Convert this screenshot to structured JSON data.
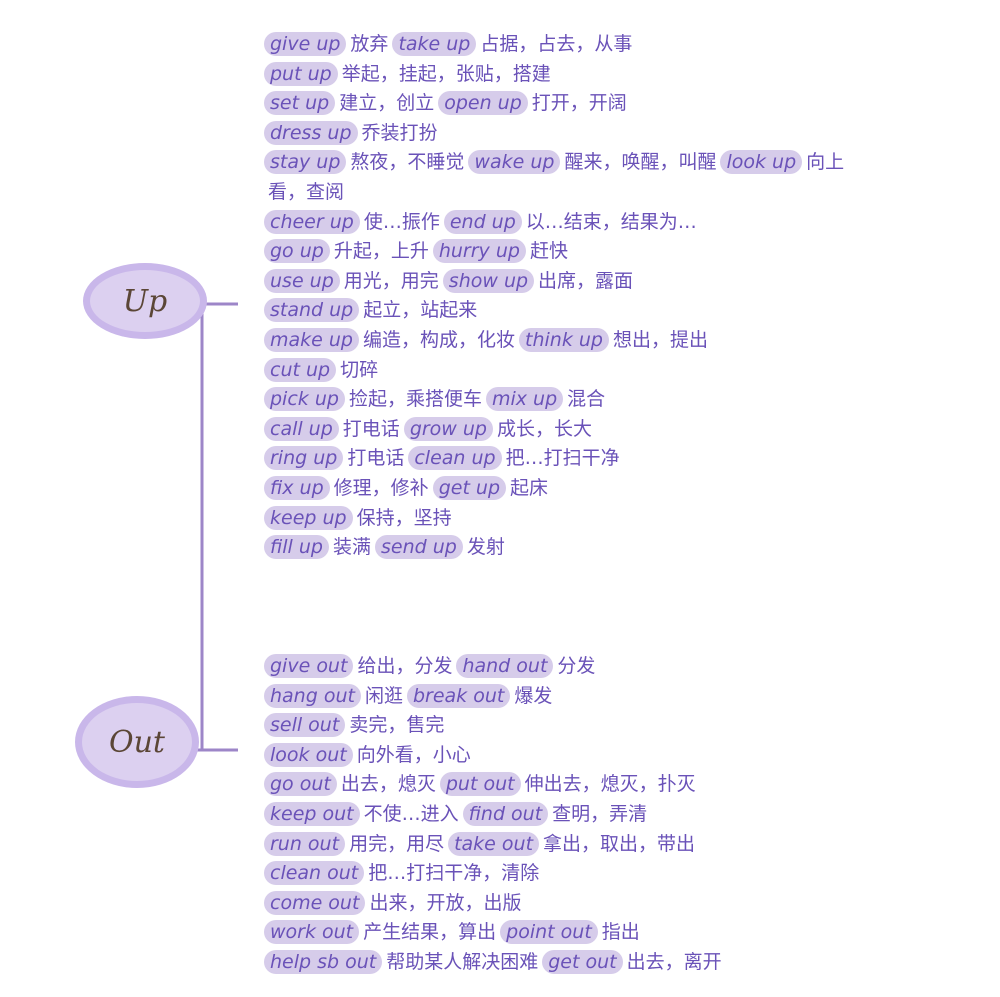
{
  "nodes": {
    "up": "Up",
    "out": "Out"
  },
  "up_lines": [
    [
      {
        "t": "p",
        "v": "give up"
      },
      {
        "t": "m",
        "v": "放弃"
      },
      {
        "t": "p",
        "v": "take up"
      },
      {
        "t": "m",
        "v": "占据，占去，从事"
      }
    ],
    [
      {
        "t": "p",
        "v": "put up"
      },
      {
        "t": "m",
        "v": "举起，挂起，张贴，搭建"
      }
    ],
    [
      {
        "t": "p",
        "v": "set up"
      },
      {
        "t": "m",
        "v": "建立，创立"
      },
      {
        "t": "p",
        "v": "open up"
      },
      {
        "t": "m",
        "v": "打开，开阔"
      }
    ],
    [
      {
        "t": "p",
        "v": "dress up"
      },
      {
        "t": "m",
        "v": "乔装打扮"
      }
    ],
    [
      {
        "t": "p",
        "v": "stay up"
      },
      {
        "t": "m",
        "v": "熬夜，不睡觉"
      },
      {
        "t": "p",
        "v": "wake up"
      },
      {
        "t": "m",
        "v": "醒来，唤醒，叫醒"
      },
      {
        "t": "p",
        "v": "look up"
      },
      {
        "t": "m",
        "v": "向上"
      }
    ],
    [
      {
        "t": "m",
        "v": "看，查阅"
      }
    ],
    [
      {
        "t": "p",
        "v": "cheer up"
      },
      {
        "t": "m",
        "v": "使…振作"
      },
      {
        "t": "p",
        "v": "end up"
      },
      {
        "t": "m",
        "v": "以…结束，结果为…"
      }
    ],
    [
      {
        "t": "p",
        "v": "go up"
      },
      {
        "t": "m",
        "v": "升起，上升"
      },
      {
        "t": "p",
        "v": "hurry up"
      },
      {
        "t": "m",
        "v": "赶快"
      }
    ],
    [
      {
        "t": "p",
        "v": "use up"
      },
      {
        "t": "m",
        "v": "用光，用完"
      },
      {
        "t": "p",
        "v": "show up"
      },
      {
        "t": "m",
        "v": "出席，露面"
      }
    ],
    [
      {
        "t": "p",
        "v": "stand up"
      },
      {
        "t": "m",
        "v": "起立，站起来"
      }
    ],
    [
      {
        "t": "p",
        "v": "make up"
      },
      {
        "t": "m",
        "v": "编造，构成，化妆"
      },
      {
        "t": "p",
        "v": "think up"
      },
      {
        "t": "m",
        "v": "想出，提出"
      }
    ],
    [
      {
        "t": "p",
        "v": "cut up"
      },
      {
        "t": "m",
        "v": "切碎"
      }
    ],
    [
      {
        "t": "p",
        "v": "pick up"
      },
      {
        "t": "m",
        "v": "捡起，乘搭便车"
      },
      {
        "t": "p",
        "v": "mix up"
      },
      {
        "t": "m",
        "v": "混合"
      }
    ],
    [
      {
        "t": "p",
        "v": "call up"
      },
      {
        "t": "m",
        "v": "打电话"
      },
      {
        "t": "p",
        "v": "grow up"
      },
      {
        "t": "m",
        "v": "成长，长大"
      }
    ],
    [
      {
        "t": "p",
        "v": "ring up"
      },
      {
        "t": "m",
        "v": "打电话"
      },
      {
        "t": "p",
        "v": "clean up"
      },
      {
        "t": "m",
        "v": "把…打扫干净"
      }
    ],
    [
      {
        "t": "p",
        "v": "fix up"
      },
      {
        "t": "m",
        "v": "修理，修补"
      },
      {
        "t": "p",
        "v": "get up"
      },
      {
        "t": "m",
        "v": "起床"
      }
    ],
    [
      {
        "t": "p",
        "v": "keep up"
      },
      {
        "t": "m",
        "v": "保持，坚持"
      }
    ],
    [
      {
        "t": "p",
        "v": "fill up"
      },
      {
        "t": "m",
        "v": "装满"
      },
      {
        "t": "p",
        "v": "send up"
      },
      {
        "t": "m",
        "v": "发射"
      }
    ]
  ],
  "out_lines": [
    [
      {
        "t": "p",
        "v": "give out"
      },
      {
        "t": "m",
        "v": "给出，分发"
      },
      {
        "t": "p",
        "v": "hand out"
      },
      {
        "t": "m",
        "v": "分发"
      }
    ],
    [
      {
        "t": "p",
        "v": "hang out"
      },
      {
        "t": "m",
        "v": "闲逛"
      },
      {
        "t": "p",
        "v": "break out"
      },
      {
        "t": "m",
        "v": "爆发"
      }
    ],
    [
      {
        "t": "p",
        "v": "sell out"
      },
      {
        "t": "m",
        "v": "卖完，售完"
      }
    ],
    [
      {
        "t": "p",
        "v": "look out"
      },
      {
        "t": "m",
        "v": "向外看，小心"
      }
    ],
    [
      {
        "t": "p",
        "v": "go out"
      },
      {
        "t": "m",
        "v": "出去，熄灭"
      },
      {
        "t": "p",
        "v": "put out"
      },
      {
        "t": "m",
        "v": "伸出去，熄灭，扑灭"
      }
    ],
    [
      {
        "t": "p",
        "v": "keep out"
      },
      {
        "t": "m",
        "v": "不使…进入"
      },
      {
        "t": "p",
        "v": "find out"
      },
      {
        "t": "m",
        "v": "查明，弄清"
      }
    ],
    [
      {
        "t": "p",
        "v": "run out"
      },
      {
        "t": "m",
        "v": "用完，用尽"
      },
      {
        "t": "p",
        "v": "take out"
      },
      {
        "t": "m",
        "v": "拿出，取出，带出"
      }
    ],
    [
      {
        "t": "p",
        "v": "clean out"
      },
      {
        "t": "m",
        "v": "把…打扫干净，清除"
      }
    ],
    [
      {
        "t": "p",
        "v": "come out"
      },
      {
        "t": "m",
        "v": "出来，开放，出版"
      }
    ],
    [
      {
        "t": "p",
        "v": "work out"
      },
      {
        "t": "m",
        "v": "产生结果，算出"
      },
      {
        "t": "p",
        "v": "point out"
      },
      {
        "t": "m",
        "v": "指出"
      }
    ],
    [
      {
        "t": "p",
        "v": "help sb out"
      },
      {
        "t": "m",
        "v": "帮助某人解决困难"
      },
      {
        "t": "p",
        "v": "get out"
      },
      {
        "t": "m",
        "v": "出去，离开"
      }
    ]
  ],
  "colors": {
    "node_fill": "#dcd0f0",
    "node_ring": "#c9b7ea",
    "highlight": "#d6ccea",
    "text": "#6a52b8",
    "connector": "#9d86c8"
  }
}
